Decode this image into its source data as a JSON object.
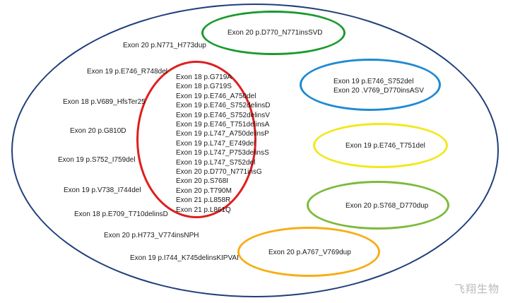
{
  "colors": {
    "outer": "#1f3f7a",
    "red": "#e01e1e",
    "green": "#1a9a2e",
    "blue": "#1e8ad2",
    "yellow": "#f2e81a",
    "light_green": "#7cba3a",
    "orange": "#f7ad14"
  },
  "outer_labels": [
    "Exon 20 p.N771_H773dup",
    "Exon 19 p.E746_R748del",
    "Exon 18 p.V689_HfsTer25",
    "Exon 20 p.G810D",
    "Exon 19 p.S752_I759del",
    "Exon 19 p.V738_I744del",
    "Exon 18 p.E709_T710delinsD",
    "Exon 20 p.H773_V774insNPH",
    "Exon 19 p.I744_K745delinsKIPVAI"
  ],
  "red_circle_items": [
    "Exon 18 p.G719A",
    "Exon 18 p.G719S",
    "Exon 19 p.E746_A750del",
    "Exon 19 p.E746_S752delinsD",
    "Exon 19 p.E746_S752delinsV",
    "Exon 19 p.E746_T751delinsA",
    "Exon 19 p.L747_A750delinsP",
    "Exon 19 p.L747_E749del",
    "Exon 19 p.L747_P753delinsS",
    "Exon 19 p.L747_S752del",
    "Exon 20 p.D770_N771insG",
    "Exon 20 p.S768I",
    "Exon 20 p.T790M",
    "Exon 21 p.L858R",
    "Exon 21 p.L861Q"
  ],
  "green_ellipse": "Exon 20 p.D770_N771insSVD",
  "blue_ellipse": [
    "Exon 19 p.E746_S752del",
    "Exon 20 .V769_D770insASV"
  ],
  "yellow_ellipse": "Exon 19 p.E746_T751del",
  "light_green_ellipse": "Exon 20 p.S768_D770dup",
  "orange_ellipse": "Exon 20 p.A767_V769dup",
  "watermark": "飞翔生物"
}
